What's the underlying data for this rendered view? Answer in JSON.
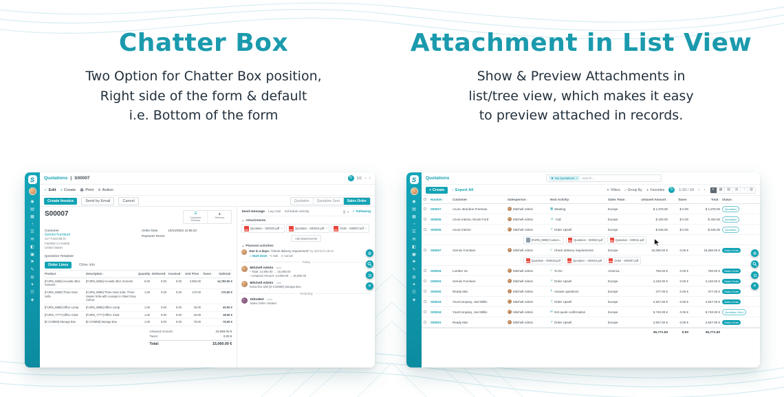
{
  "hero": {
    "left_title": "Chatter Box",
    "left_subtitle": [
      "Two Option for Chatter Box position,",
      "Right side of the form & default",
      "i.e. Bottom of the form"
    ],
    "right_title": "Attachment in List View",
    "right_subtitle": [
      "Show & Preview Attachments in",
      "list/tree view, which makes it easy",
      "to preview attached in records."
    ]
  },
  "colors": {
    "accent": "#12a3b4",
    "title": "#1b9aad",
    "pdf_red": "#e8453c",
    "bot_purple": "#875a7b"
  },
  "sidebar_icons": [
    {
      "name": "discuss",
      "glyph": "◉"
    },
    {
      "name": "sales",
      "glyph": "▤"
    },
    {
      "name": "inventory",
      "glyph": "▦"
    },
    {
      "name": "dashboard",
      "glyph": "◔"
    },
    {
      "name": "reporting",
      "glyph": "☰"
    },
    {
      "name": "email",
      "glyph": "✉"
    },
    {
      "name": "kanban",
      "glyph": "◧"
    },
    {
      "name": "apps",
      "glyph": "▣"
    },
    {
      "name": "project",
      "glyph": "⚑"
    },
    {
      "name": "notes",
      "glyph": "✎"
    },
    {
      "name": "crm",
      "glyph": "◍"
    },
    {
      "name": "favorites",
      "glyph": "✦"
    },
    {
      "name": "list",
      "glyph": "☷"
    },
    {
      "name": "settings",
      "glyph": "◈"
    }
  ],
  "fab_buttons": [
    {
      "name": "settings",
      "glyph": "⚙"
    },
    {
      "name": "search",
      "glyph": "svg"
    },
    {
      "name": "apps-grid",
      "glyph": "svg"
    },
    {
      "name": "menu",
      "glyph": "≡"
    }
  ],
  "form_app": {
    "breadcrumb_app": "Quotations",
    "breadcrumb_sep": "|",
    "breadcrumb_record": "S00007",
    "pager": "1/1",
    "toolbar": {
      "edit": "Edit",
      "create": "Create",
      "print": "Print",
      "action": "Action"
    },
    "header": {
      "create_invoice": "Create Invoice",
      "send_by_email": "Send by Email",
      "cancel": "Cancel",
      "stages": [
        "Quotation",
        "Quotation Sent",
        "Sales Order"
      ],
      "active_stage": "Sales Order"
    },
    "smart": {
      "preview_label": "Customer Preview",
      "delivery_count": "2",
      "delivery_label": "Delivery"
    },
    "record": {
      "name": "S00007",
      "customer_label": "Customer",
      "customer": "Gemini Furniture",
      "address": [
        "317 Fairchild Dr",
        "Fairfield CA 94535",
        "United States"
      ],
      "order_date_label": "Order Date",
      "order_date": "10/12/2022 11:55:23",
      "payment_terms_label": "Payment Terms",
      "quotation_template_label": "Quotation Template"
    },
    "tabs": [
      {
        "label": "Order Lines",
        "active": true
      },
      {
        "label": "Other Info",
        "active": false
      }
    ],
    "lines": {
      "columns": [
        "Product",
        "Description",
        "Quantity",
        "Delivered",
        "Invoiced",
        "Unit Price",
        "Taxes",
        "Subtotal"
      ],
      "rows": [
        {
          "product": "[FURN_6666] Acoustic Bloc Screens",
          "description": "[FURN_6666] Acoustic Bloc Screens",
          "qty": "5.00",
          "delivered": "0.00",
          "invoiced": "0.00",
          "unit_price": "2,950.00",
          "taxes": "",
          "subtotal": "14,750.00 €"
        },
        {
          "product": "[FURN_8999] Three-Seat Sofa",
          "description": "[FURN_8999] Three-Seat Sofa. Three Seater Sofa with Lounger in Steel Grey Colour",
          "qty": "1.00",
          "delivered": "0.00",
          "invoiced": "0.00",
          "unit_price": "170.00",
          "taxes": "",
          "subtotal": "170.00 €"
        },
        {
          "product": "[FURN_8888] Office Lamp",
          "description": "[FURN_8888] Office Lamp",
          "qty": "1.00",
          "delivered": "0.00",
          "invoiced": "0.00",
          "unit_price": "40.00",
          "taxes": "",
          "subtotal": "40.00 €"
        },
        {
          "product": "[FURN_7777] Office Chair",
          "description": "[FURN_7777] Office Chair",
          "qty": "1.00",
          "delivered": "0.00",
          "invoiced": "0.00",
          "unit_price": "18.00",
          "taxes": "",
          "subtotal": "18.00 €"
        },
        {
          "product": "[E-COM08] Storage Box",
          "description": "[E-COM08] Storage Box",
          "qty": "1.00",
          "delivered": "0.00",
          "invoiced": "0.00",
          "unit_price": "79.00",
          "taxes": "",
          "subtotal": "79.00 €"
        }
      ]
    },
    "totals": {
      "untaxed_label": "Untaxed Amount:",
      "untaxed": "15,060.00 €",
      "taxes_label": "Taxes:",
      "taxes": "0.00 €",
      "total_label": "Total:",
      "total": "15,060.00 €"
    },
    "chatter": {
      "send_message": "Send message",
      "log_note": "Log note",
      "schedule_activity": "Schedule activity",
      "followers": "2",
      "following": "Following",
      "attachments_label": "Attachments",
      "attachments": [
        {
          "name": "Quotation - S00023.pdf"
        },
        {
          "name": "Quotation - S00010.pdf"
        },
        {
          "name": "Order - S00007.pdf"
        }
      ],
      "add_attachments": "Add attachments",
      "planned_label": "Planned activities",
      "activity": {
        "due": "Due in 4 days:",
        "summary": "“Check delivery requirement”",
        "by": "by Mitchell Admin",
        "mark_done": "Mark Done",
        "edit": "Edit",
        "cancel": "Cancel"
      },
      "today": "Today",
      "yesterday": "Yesterday",
      "messages": [
        {
          "author": "Mitchell Admin",
          "time": "- now",
          "day": "today",
          "bot": false,
          "bulleted": true,
          "lines": [
            "Total: 14,950.00 → 15,060.00",
            "Untaxed Amount: 14,950.00 → 15,060.00"
          ]
        },
        {
          "author": "Mitchell Admin",
          "time": "- now",
          "day": "today",
          "bot": false,
          "bulleted": false,
          "lines": [
            "Extra line with [E-COM08] Storage Box"
          ]
        },
        {
          "author": "OdooBot",
          "time": "- now",
          "day": "yesterday",
          "bot": true,
          "bulleted": false,
          "lines": [
            "Sales Order created"
          ]
        }
      ]
    }
  },
  "list_app": {
    "title": "Quotations",
    "search": {
      "facet": "My Quotations",
      "remove": "×",
      "placeholder": "Search..."
    },
    "create": "Create",
    "export_all": "Export All",
    "filters": "Filters",
    "group_by": "Group By",
    "favorites": "Favorites",
    "pager": "1-10 / 10",
    "columns": [
      "Number",
      "Customer",
      "Salesperson",
      "Next Activity",
      "Sales Team",
      "Untaxed Amount",
      "Taxes",
      "Total",
      "Status"
    ],
    "rows": [
      {
        "number": "S00027",
        "customer": "Azure, Brandon Freeman",
        "salesperson": "Mitchell Admin",
        "activity": "Meeting",
        "activity_icon": "calendar",
        "team": "Europe",
        "untaxed": "$ 1,878.00",
        "taxes": "$ 0.00",
        "total": "$ 1,878.00",
        "status": "Quotation",
        "variant": "outline"
      },
      {
        "number": "S00026",
        "customer": "Azure Interior, Nicole Ford",
        "salesperson": "Mitchell Admin",
        "activity": "Call",
        "activity_icon": "phone",
        "team": "Europe",
        "untaxed": "$ 320.00",
        "taxes": "$ 0.00",
        "total": "$ 320.00",
        "status": "Quotation",
        "variant": "outline"
      },
      {
        "number": "S00025",
        "customer": "Azure Interior",
        "salesperson": "Mitchell Admin",
        "activity": "Order Upsell",
        "activity_icon": "upsell",
        "team": "Europe",
        "untaxed": "$ 546.00",
        "taxes": "$ 0.00",
        "total": "$ 546.00",
        "status": "Quotation",
        "variant": "outline",
        "attachments": [
          {
            "type": "file",
            "name": "[FURN_8999] Custom..."
          },
          {
            "type": "pdf",
            "name": "Quotation - S00023.pdf"
          },
          {
            "type": "pdf",
            "name": "Quotation - S00011.pdf"
          }
        ]
      },
      {
        "number": "S00007",
        "customer": "Gemini Furniture",
        "salesperson": "Mitchell Admin",
        "activity": "Check delivery requirements",
        "activity_icon": "check",
        "team": "Europe",
        "untaxed": "15,060.00 €",
        "taxes": "0.00 €",
        "total": "15,060.00 €",
        "status": "Sales Order",
        "variant": "filled",
        "attachments": [
          {
            "type": "pdf",
            "name": "Quotation - S00023.pdf"
          },
          {
            "type": "pdf",
            "name": "Quotation - S00010.pdf"
          },
          {
            "type": "pdf",
            "name": "Order - S00007.pdf"
          }
        ]
      },
      {
        "number": "S00004",
        "customer": "Lumber Inc",
        "salesperson": "Mitchell Admin",
        "activity": "To Do",
        "activity_icon": "todo",
        "team": "America",
        "untaxed": "750.00 €",
        "taxes": "0.00 €",
        "total": "750.00 €",
        "status": "Sales Order",
        "variant": "filled"
      },
      {
        "number": "S00003",
        "customer": "Gemini Furniture",
        "salesperson": "Mitchell Admin",
        "activity": "Order Upsell",
        "activity_icon": "upsell",
        "team": "Europe",
        "untaxed": "2,240.00 €",
        "taxes": "0.00 €",
        "total": "2,240.00 €",
        "status": "Sales Order",
        "variant": "filled"
      },
      {
        "number": "S00002",
        "customer": "Ready Mat",
        "salesperson": "Mitchell Admin",
        "activity": "Answer questions",
        "activity_icon": "note",
        "team": "Europe",
        "untaxed": "377.00 €",
        "taxes": "0.00 €",
        "total": "377.00 €",
        "status": "Sales Order",
        "variant": "filled"
      },
      {
        "number": "S00019",
        "customer": "YourCompany, Joel Willis",
        "salesperson": "Mitchell Admin",
        "activity": "Order Upsell",
        "activity_icon": "upsell",
        "team": "Europe",
        "untaxed": "2,947.00 €",
        "taxes": "0.00 €",
        "total": "2,947.00 €",
        "status": "Sales Order",
        "variant": "filled"
      },
      {
        "number": "S00018",
        "customer": "YourCompany, Joel Willis",
        "salesperson": "Mitchell Admin",
        "activity": "Get quote confirmation",
        "activity_icon": "mail",
        "team": "Europe",
        "untaxed": "9,740.00 €",
        "taxes": "0.00 €",
        "total": "9,740.00 €",
        "status": "Quotation Sent",
        "variant": "outline"
      },
      {
        "number": "S00001",
        "customer": "Ready Mat",
        "salesperson": "Mitchell Admin",
        "activity": "Order Upsell",
        "activity_icon": "upsell",
        "team": "Europe",
        "untaxed": "2,947.00 €",
        "taxes": "0.00 €",
        "total": "2,947.00 €",
        "status": "Sales Order",
        "variant": "filled"
      }
    ],
    "footer": {
      "untaxed": "36,771.50",
      "taxes": "0.00",
      "total": "36,771.50"
    }
  }
}
